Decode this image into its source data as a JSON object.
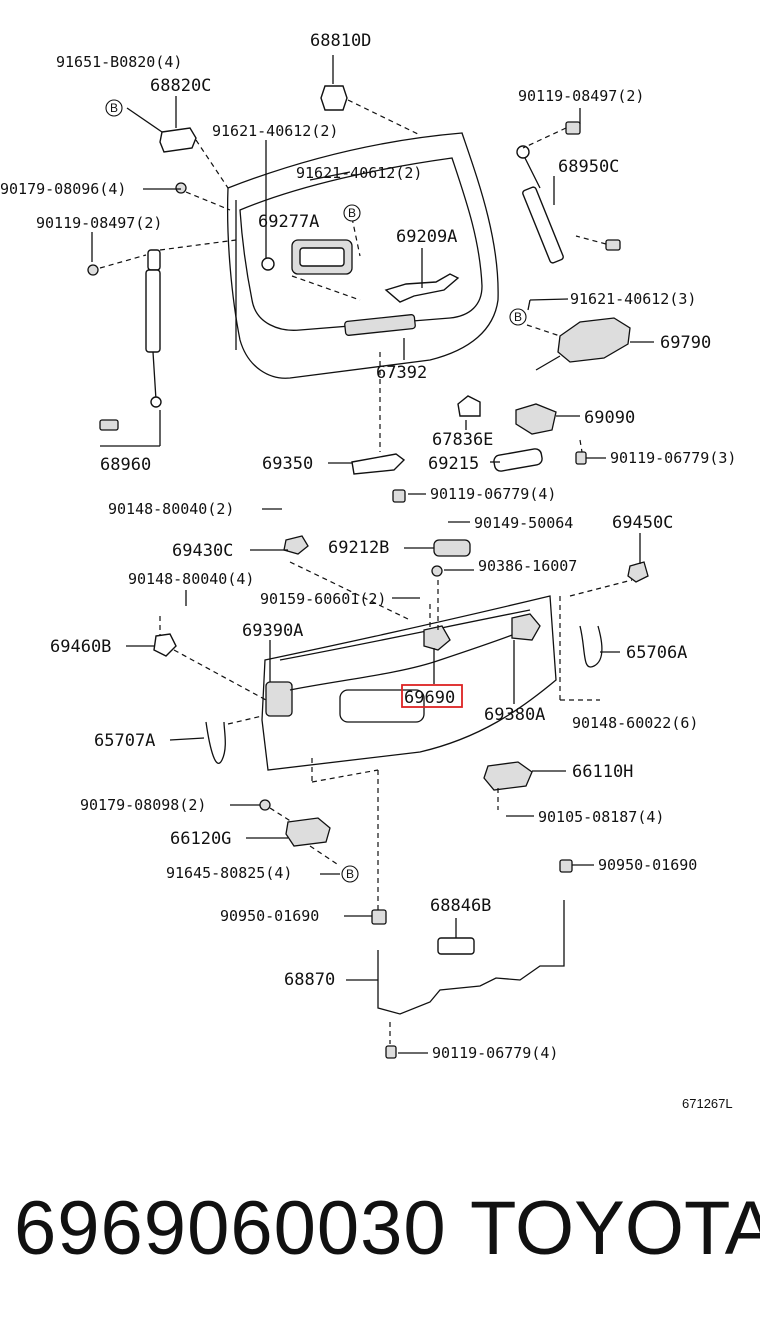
{
  "labels": {
    "l68810D": "68810D",
    "l91651": "91651-B0820(4)",
    "l68820C": "68820C",
    "l90119a": "90119-08497(2)",
    "l91621a": "91621-40612(2)",
    "l91621b": "91621-40612(2)",
    "l68950C": "68950C",
    "l90179a": "90179-08096(4)",
    "l90119b": "90119-08497(2)",
    "l69277A": "69277A",
    "l69209A": "69209A",
    "l91621c": "91621-40612(3)",
    "l69790": "69790",
    "l67392": "67392",
    "l69090": "69090",
    "l67836E": "67836E",
    "l68960": "68960",
    "l69350": "69350",
    "l69215": "69215",
    "l90119c": "90119-06779(3)",
    "l90119d": "90119-06779(4)",
    "l90148a": "90148-80040(2)",
    "l90149": "90149-50064",
    "l69450C": "69450C",
    "l69430C": "69430C",
    "l69212B": "69212B",
    "l90386": "90386-16007",
    "l90148b": "90148-80040(4)",
    "l90159": "90159-60601(2)",
    "l69460B": "69460B",
    "l69390A": "69390A",
    "l65706A": "65706A",
    "l69690": "69690",
    "l69380A": "69380A",
    "l90148c": "90148-60022(6)",
    "l65707A": "65707A",
    "l66110H": "66110H",
    "l90179b": "90179-08098(2)",
    "l90105": "90105-08187(4)",
    "l66120G": "66120G",
    "l91645": "91645-80825(4)",
    "l90950a": "90950-01690",
    "l90950b": "90950-01690",
    "l68846B": "68846B",
    "l68870": "68870",
    "l90119e": "90119-06779(4)",
    "ref": "671267L"
  },
  "callout_marker": "B",
  "highlight_color": "#d22222",
  "footer": {
    "part_number": "6969060030",
    "brand": "TOYOTA"
  }
}
